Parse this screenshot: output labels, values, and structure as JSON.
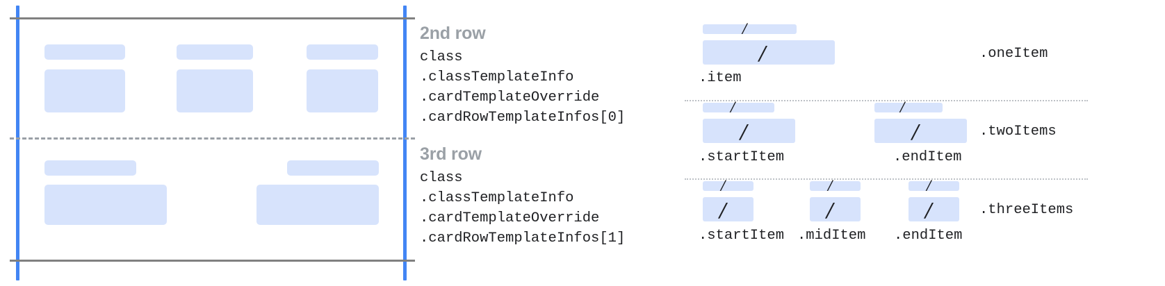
{
  "diagram": {
    "title_hidden": "",
    "left_panel": {
      "rows": [
        {
          "name": "2nd row",
          "cells": [
            {
              "label_w": 116,
              "body_w": 116
            },
            {
              "label_w": 110,
              "body_w": 110
            },
            {
              "label_w": 103,
              "body_w": 103
            }
          ]
        },
        {
          "name": "3rd row",
          "cells": [
            {
              "label_w": 132,
              "body_w": 176
            },
            {
              "label_w": 132,
              "body_w": 183
            }
          ]
        }
      ]
    },
    "text_blocks": [
      {
        "title": "2nd row",
        "lines": [
          "class",
          ".classTemplateInfo",
          ".cardTemplateOverride",
          ".cardRowTemplateInfos[0]"
        ]
      },
      {
        "title": "3rd row",
        "lines": [
          "class",
          ".classTemplateInfo",
          ".cardTemplateOverride",
          ".cardRowTemplateInfos[1]"
        ]
      }
    ],
    "variants": [
      {
        "name": ".oneItem",
        "cells": [
          {
            "label": ".item",
            "slash": "/"
          }
        ]
      },
      {
        "name": ".twoItems",
        "cells": [
          {
            "label": ".startItem",
            "slash": "/"
          },
          {
            "label": ".endItem",
            "slash": "/"
          }
        ]
      },
      {
        "name": ".threeItems",
        "cells": [
          {
            "label": ".startItem",
            "slash": "/"
          },
          {
            "label": ".midItem",
            "slash": "/"
          },
          {
            "label": ".endItem",
            "slash": "/"
          }
        ]
      }
    ],
    "colors": {
      "placeholder": "#d7e3fc",
      "guide_blue": "#4285f4",
      "rule_gray": "#808080",
      "title_gray": "#9aa0a6",
      "text": "#202124"
    }
  }
}
